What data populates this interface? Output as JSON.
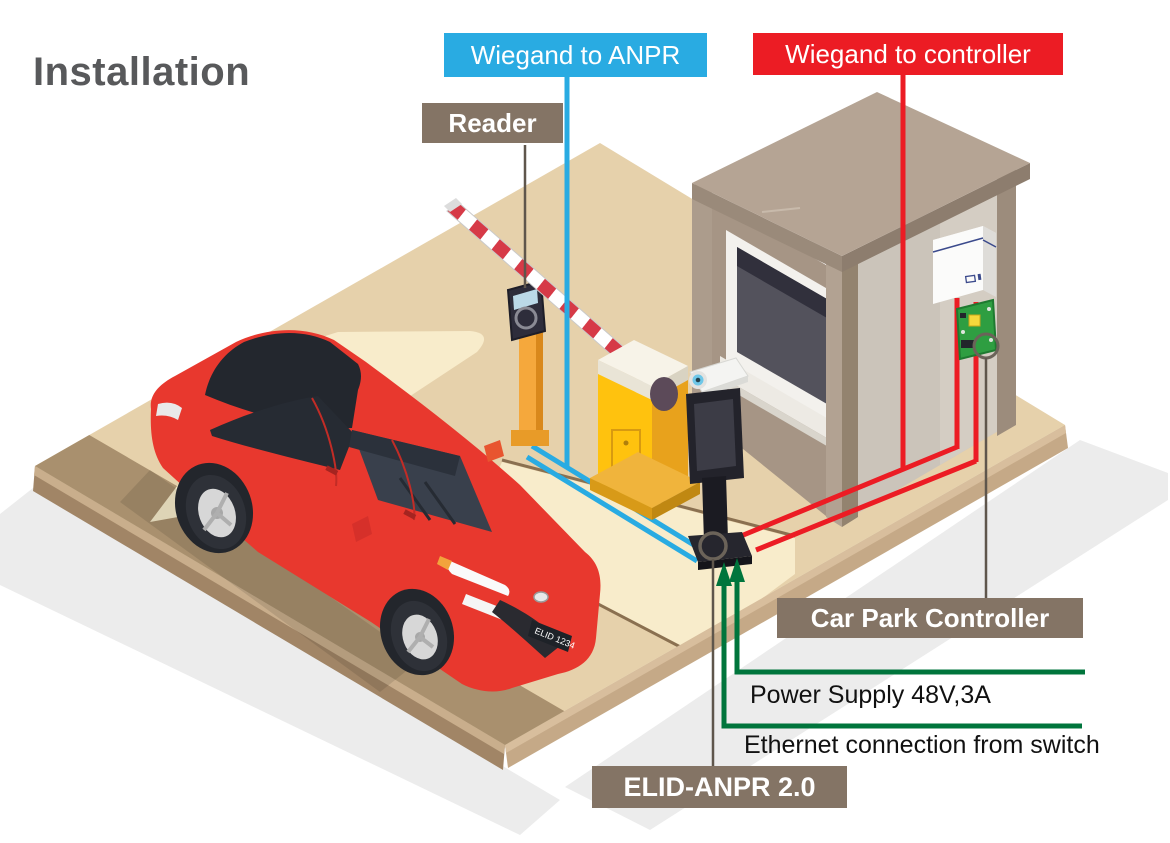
{
  "title": "Installation",
  "colors": {
    "title_gray": "#58595B",
    "cyan": "#29ABE2",
    "red": "#EC1C24",
    "green": "#00753C",
    "label_brown": "#847465",
    "leader_gray": "#5F564C",
    "note_black": "#111111"
  },
  "labels": {
    "wiegand_anpr": "Wiegand to ANPR",
    "wiegand_controller": "Wiegand to controller",
    "reader": "Reader",
    "car_park_controller": "Car Park Controller",
    "elid_anpr": "ELID-ANPR 2.0"
  },
  "annotations": {
    "power_supply": "Power Supply 48V,3A",
    "ethernet": "Ethernet connection from switch"
  },
  "car": {
    "license_plate": "ELID 1234"
  }
}
